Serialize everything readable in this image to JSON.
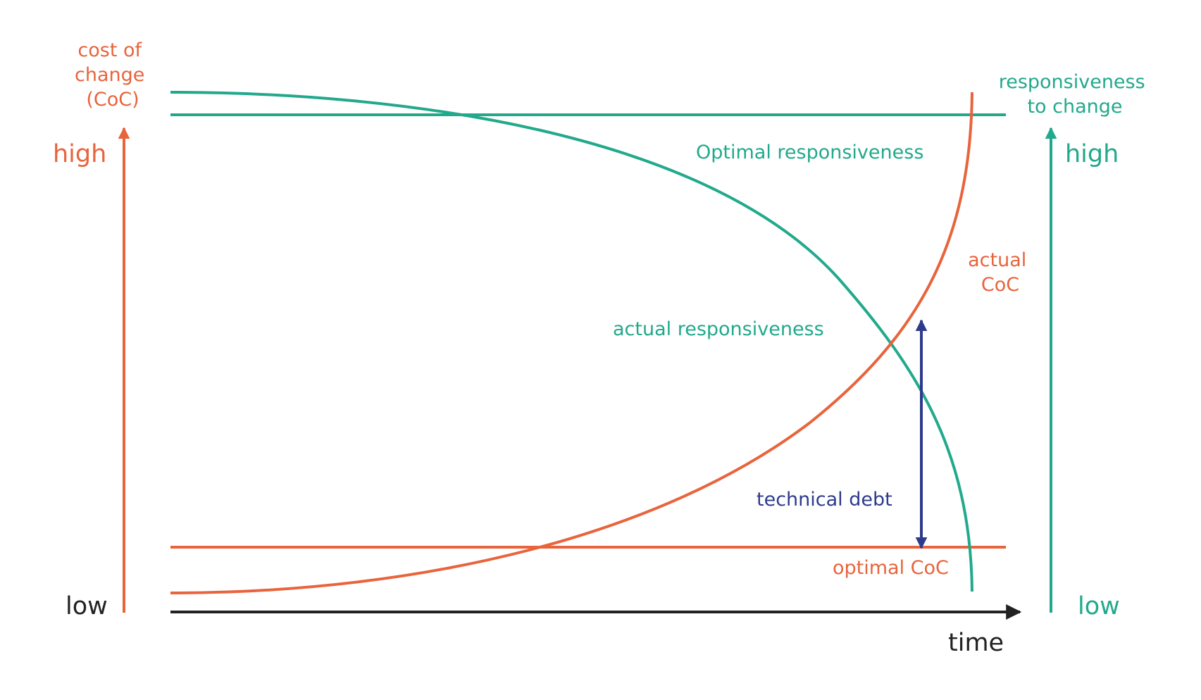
{
  "colors": {
    "coc": "#E8643C",
    "responsiveness": "#22A98C",
    "debt": "#2E3B8C",
    "axis": "#222222"
  },
  "labels": {
    "left_axis_title": [
      "cost of",
      "change",
      "(CoC)"
    ],
    "left_high": "high",
    "left_low": "low",
    "right_axis_title": [
      "responsiveness",
      "to change"
    ],
    "right_high": "high",
    "right_low": "low",
    "time_axis": "time",
    "optimal_responsiveness": "Optimal responsiveness",
    "actual_responsiveness": "actual responsiveness",
    "actual_coc": [
      "actual",
      "CoC"
    ],
    "optimal_coc": "optimal CoC",
    "technical_debt": "technical debt"
  }
}
